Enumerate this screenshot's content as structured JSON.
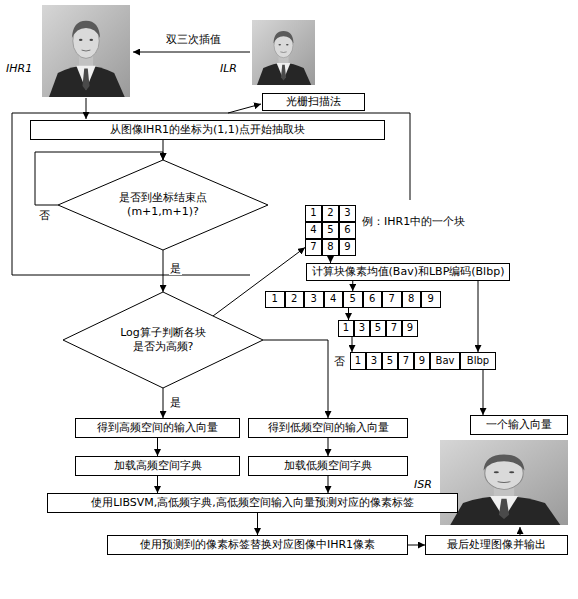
{
  "diagram": {
    "nodes": [
      {
        "text": [
          "光栅扫描法"
        ]
      },
      {
        "text": [
          "从图像IHR1的坐标为(1,1)点开始抽取块"
        ]
      },
      {
        "text": [
          "是否到坐标结束点(m+1,m+1)?"
        ]
      },
      {
        "text": [
          "Log算子判断各块是否为高频?"
        ]
      },
      {
        "text": [
          "1"
        ]
      },
      {
        "text": [
          "2"
        ]
      },
      {
        "text": [
          "3"
        ]
      },
      {
        "text": [
          "4"
        ]
      },
      {
        "text": [
          "5"
        ]
      },
      {
        "text": [
          "6"
        ]
      },
      {
        "text": [
          "7"
        ]
      },
      {
        "text": [
          "8"
        ]
      },
      {
        "text": [
          "9"
        ]
      },
      {
        "text": [
          "计算块像素均值(Bav)和LBP编码(Blbp)"
        ]
      },
      {
        "text": [
          "1"
        ]
      },
      {
        "text": [
          "2"
        ]
      },
      {
        "text": [
          "3"
        ]
      },
      {
        "text": [
          "4"
        ]
      },
      {
        "text": [
          "5"
        ]
      },
      {
        "text": [
          "6"
        ]
      },
      {
        "text": [
          "7"
        ]
      },
      {
        "text": [
          "8"
        ]
      },
      {
        "text": [
          "9"
        ]
      },
      {
        "text": [
          "1"
        ]
      },
      {
        "text": [
          "3"
        ]
      },
      {
        "text": [
          "5"
        ]
      },
      {
        "text": [
          "7"
        ]
      },
      {
        "text": [
          "9"
        ]
      },
      {
        "text": [
          "1"
        ]
      },
      {
        "text": [
          "3"
        ]
      },
      {
        "text": [
          "5"
        ]
      },
      {
        "text": [
          "7"
        ]
      },
      {
        "text": [
          "9"
        ]
      },
      {
        "text": [
          "Bav"
        ]
      },
      {
        "text": [
          "Blbp"
        ]
      },
      {
        "text": [
          "一个输入向量"
        ]
      },
      {
        "text": [
          "得到高频空间的输入向量"
        ]
      },
      {
        "text": [
          "得到低频空间的输入向量"
        ]
      },
      {
        "text": [
          "加载高频空间字典"
        ]
      },
      {
        "text": [
          "加载低频空间字典"
        ]
      },
      {
        "text": [
          "使用LIBSVM,高低频字典,高低频空间输入向量预测对应的像素标签"
        ]
      },
      {
        "text": [
          "使用预测到的像素标签替换对应图像中IHR1像素"
        ]
      },
      {
        "text": [
          "最后处理图像并输出"
        ]
      }
    ],
    "edges": [
      {
        "from": 1,
        "to": 2,
        "arrow": "to"
      },
      {
        "from": 2,
        "to": 2,
        "arrow": "to",
        "label": "否"
      },
      {
        "from": 2,
        "to": 3,
        "arrow": "to",
        "label": "是"
      },
      {
        "from": 3,
        "to": 10,
        "arrow": "to"
      },
      {
        "from": 3,
        "to": 36,
        "arrow": "to",
        "label": "是"
      },
      {
        "from": 3,
        "to": 37,
        "arrow": "to",
        "label": "否"
      },
      {
        "from": 36,
        "to": 38,
        "arrow": "to"
      },
      {
        "from": 37,
        "to": 39,
        "arrow": "to"
      },
      {
        "from": 38,
        "to": 40,
        "arrow": "to"
      },
      {
        "from": 39,
        "to": 40,
        "arrow": "to"
      },
      {
        "from": 40,
        "to": 41,
        "arrow": "to"
      },
      {
        "from": 41,
        "to": 42,
        "arrow": "to"
      },
      {
        "from": 11,
        "to": 13,
        "arrow": "to"
      },
      {
        "from": 13,
        "to": 18,
        "arrow": "to"
      },
      {
        "from": 18,
        "to": 23,
        "arrow": "to"
      },
      {
        "from": 23,
        "to": 28,
        "arrow": "to"
      },
      {
        "from": 13,
        "to": 34,
        "arrow": "to"
      },
      {
        "from": 34,
        "to": 35,
        "arrow": "to"
      }
    ],
    "labels": [
      "IHR1",
      "ILR",
      "双三次插值",
      "例：IHR1中的一个块",
      "ISR"
    ]
  }
}
